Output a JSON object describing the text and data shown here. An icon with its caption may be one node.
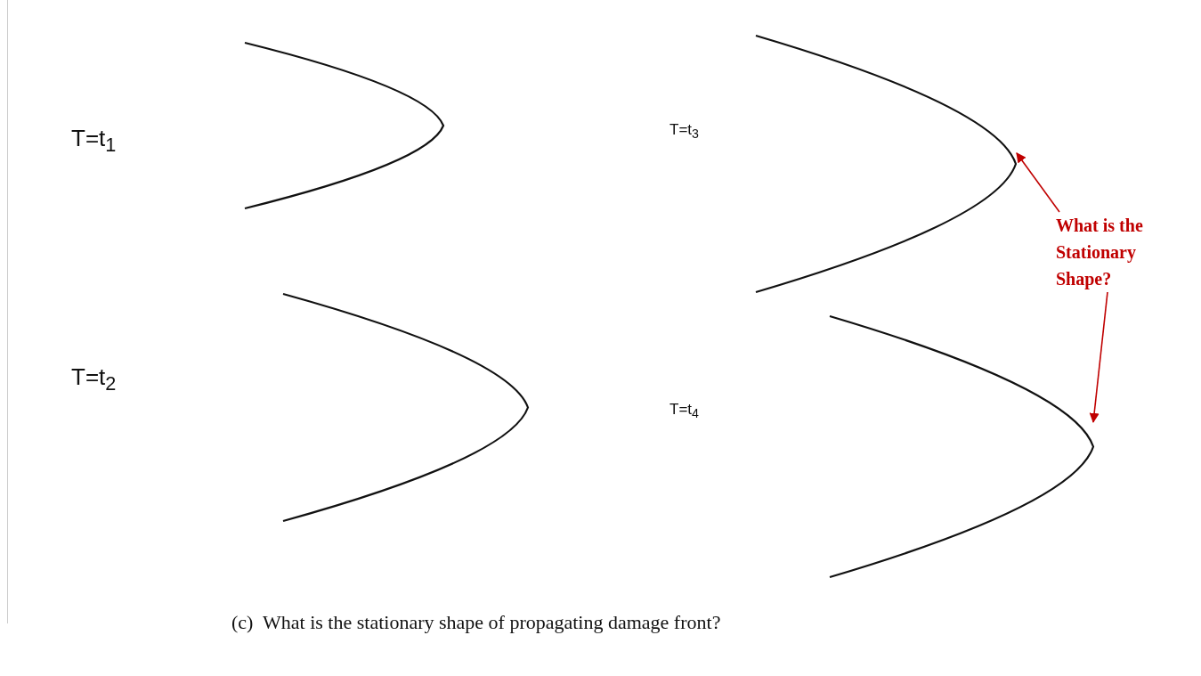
{
  "diagram": {
    "caption": "(c)  What is the stationary shape of propagating damage front?",
    "nodes": [
      {
        "text": [],
        "shape": "curve"
      },
      {
        "text": [],
        "shape": "curve"
      },
      {
        "text": [],
        "shape": "curve"
      },
      {
        "text": [],
        "shape": "curve"
      },
      {
        "text": [
          "What is the Stationary Shape?"
        ]
      }
    ],
    "edges": [
      {
        "from": 4,
        "to": 2,
        "arrow": "to"
      },
      {
        "from": 4,
        "to": 3,
        "arrow": "to"
      }
    ],
    "labels": [
      "T=t$_{1}$",
      "T=t$_{3}$",
      "T=t$_{2}$",
      "T=t$_{4}$"
    ]
  }
}
